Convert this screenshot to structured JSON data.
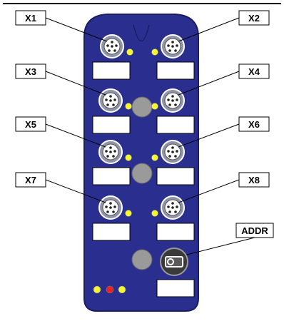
{
  "callouts": [
    {
      "label": "X1"
    },
    {
      "label": "X2"
    },
    {
      "label": "X3"
    },
    {
      "label": "X4"
    },
    {
      "label": "X5"
    },
    {
      "label": "X6"
    },
    {
      "label": "X7"
    },
    {
      "label": "X8"
    },
    {
      "label": "ADDR"
    }
  ],
  "colors": {
    "module_body": "#2a2f8f",
    "module_outline": "#1a1d5e",
    "connector_ring": "#8f94a8",
    "led_yellow": "#f5f534",
    "led_red": "#e82323",
    "indicator_gray": "#9a9a9a",
    "label_field": "#ffffff"
  },
  "icons": {
    "addr_switch": "rotary-address-switch-icon"
  }
}
